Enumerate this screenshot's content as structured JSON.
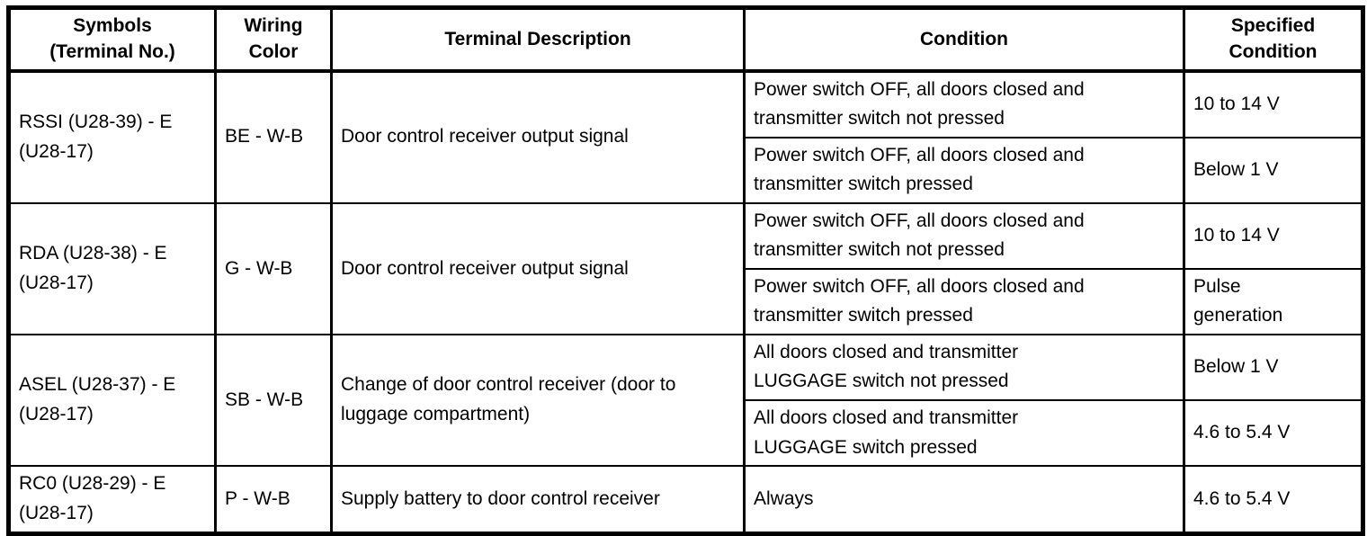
{
  "table": {
    "headers": [
      "Symbols\n(Terminal No.)",
      "Wiring\nColor",
      "Terminal Description",
      "Condition",
      "Specified\nCondition"
    ],
    "rows": [
      {
        "symbol": "RSSI (U28-39) - E\n(U28-17)",
        "wiring_color": "BE - W-B",
        "description": "Door control receiver output signal",
        "conditions": [
          {
            "condition": "Power switch OFF, all doors closed and\ntransmitter switch not pressed",
            "specified": "10 to 14 V"
          },
          {
            "condition": "Power switch OFF, all doors closed and\ntransmitter switch pressed",
            "specified": "Below 1 V"
          }
        ]
      },
      {
        "symbol": "RDA (U28-38) - E\n(U28-17)",
        "wiring_color": "G - W-B",
        "description": "Door control receiver output signal",
        "conditions": [
          {
            "condition": "Power switch OFF, all doors closed and\ntransmitter switch not pressed",
            "specified": "10 to 14 V"
          },
          {
            "condition": "Power switch OFF, all doors closed and\ntransmitter switch pressed",
            "specified": "Pulse\ngeneration"
          }
        ]
      },
      {
        "symbol": "ASEL (U28-37) - E\n(U28-17)",
        "wiring_color": "SB - W-B",
        "description": "Change of door control receiver (door to\nluggage compartment)",
        "conditions": [
          {
            "condition": "All doors closed and transmitter\nLUGGAGE switch not pressed",
            "specified": "Below 1 V"
          },
          {
            "condition": "All doors closed and transmitter\nLUGGAGE switch pressed",
            "specified": "4.6 to 5.4 V"
          }
        ]
      },
      {
        "symbol": "RC0 (U28-29) - E\n(U28-17)",
        "wiring_color": "P - W-B",
        "description": "Supply battery to door control receiver",
        "conditions": [
          {
            "condition": "Always",
            "specified": "4.6 to 5.4 V"
          }
        ]
      }
    ],
    "colors": {
      "border": "#000000",
      "background": "#ffffff",
      "text": "#000000"
    }
  }
}
